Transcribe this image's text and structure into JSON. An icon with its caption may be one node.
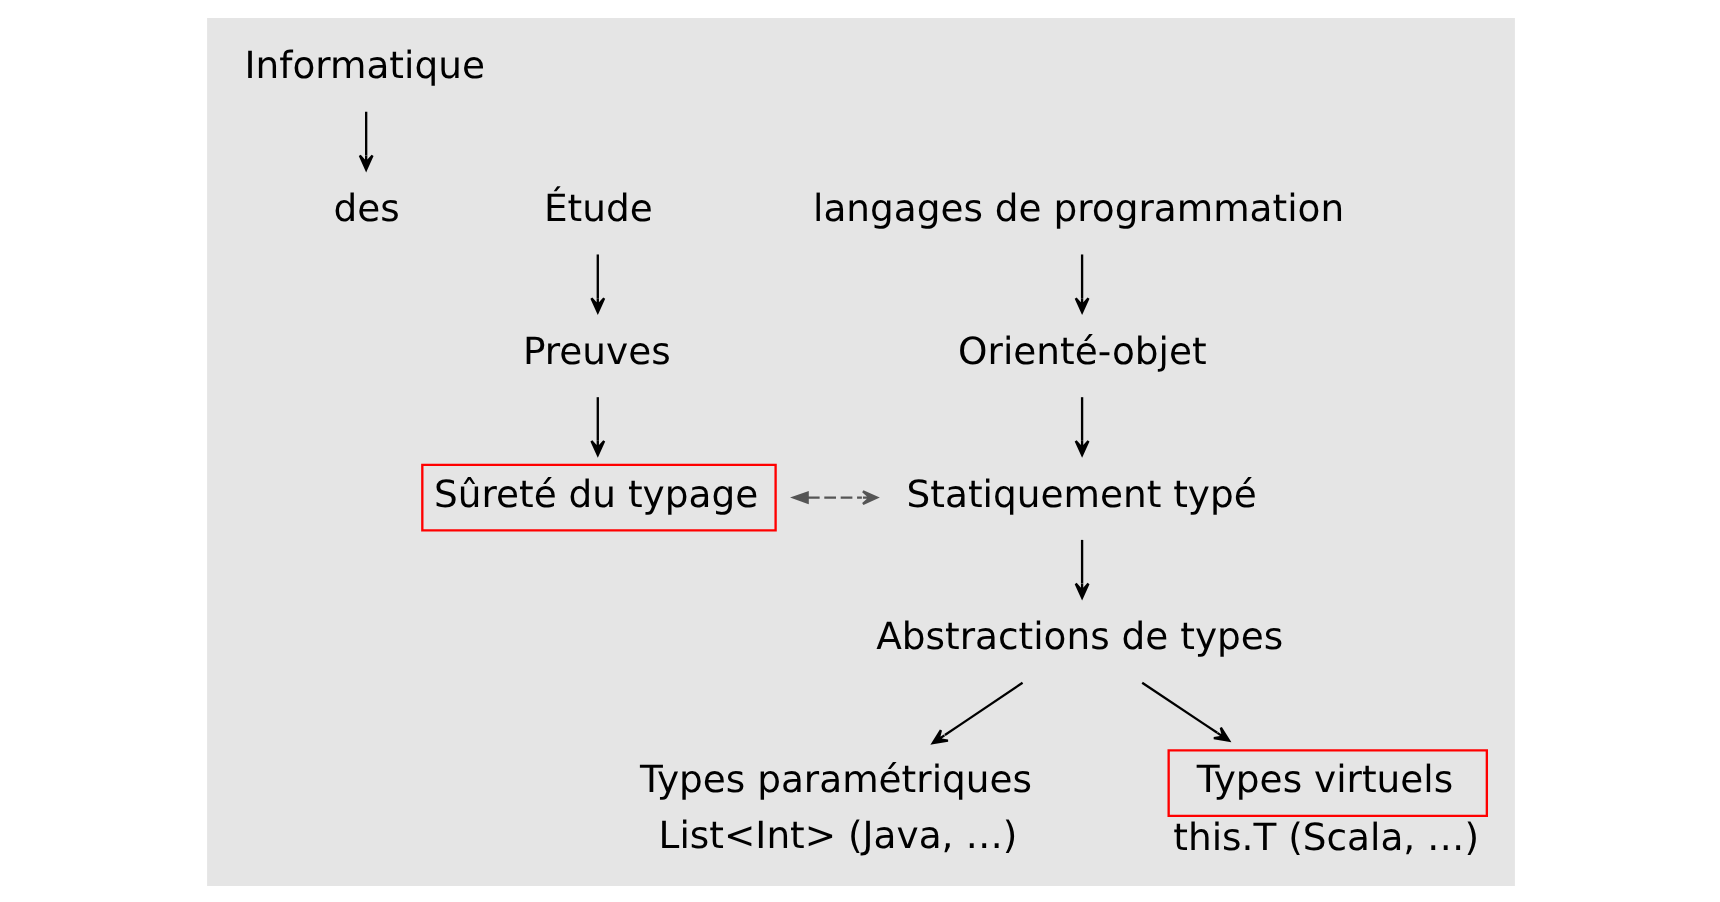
{
  "diagram": {
    "nodes": [
      {
        "text": [
          "Informatique"
        ]
      },
      {
        "text": [
          "des"
        ]
      },
      {
        "text": [
          "Étude"
        ]
      },
      {
        "text": [
          "Preuves"
        ]
      },
      {
        "text": [
          "Sûreté du typage"
        ]
      },
      {
        "text": [
          "langages de programmation"
        ]
      },
      {
        "text": [
          "Orienté-objet"
        ]
      },
      {
        "text": [
          "Statiquement typé"
        ]
      },
      {
        "text": [
          "Abstractions de types"
        ]
      },
      {
        "text": [
          "Types paramétriques"
        ],
        "beside": [
          "List<Int> (Java, …)"
        ]
      },
      {
        "text": [
          "Types virtuels"
        ],
        "beside": [
          "this.T (Scala, …)"
        ]
      }
    ],
    "edges": [
      {
        "from": 0,
        "to": 1,
        "arrow": "to"
      },
      {
        "from": 2,
        "to": 3,
        "arrow": "to"
      },
      {
        "from": 3,
        "to": 4,
        "arrow": "to"
      },
      {
        "from": 5,
        "to": 6,
        "arrow": "to"
      },
      {
        "from": 6,
        "to": 7,
        "arrow": "to"
      },
      {
        "from": 4,
        "to": 7,
        "arrow": "both",
        "style": "dashed",
        "color": "#555555"
      },
      {
        "from": 7,
        "to": 8,
        "arrow": "to"
      },
      {
        "from": 8,
        "to": 9,
        "arrow": "to"
      },
      {
        "from": 8,
        "to": 10,
        "arrow": "to"
      }
    ]
  }
}
